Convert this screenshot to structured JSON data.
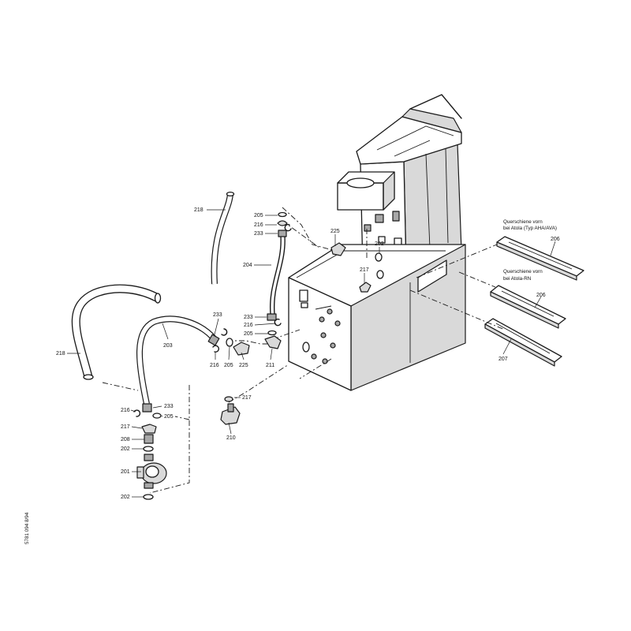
{
  "part_labels": {
    "p205a": "205",
    "p216a": "216",
    "p233a": "233",
    "p218a": "218",
    "p204": "204",
    "p225a": "225",
    "p202a": "202",
    "p217a": "217",
    "p233b": "233",
    "p216b": "216",
    "p205b": "205",
    "p233c": "233",
    "p203": "203",
    "p216c": "216",
    "p205c": "205",
    "p225b": "225",
    "p211": "211",
    "p218b": "218",
    "p216d": "216",
    "p233d": "233",
    "p205d": "205",
    "p217b": "217",
    "p208": "208",
    "p202b": "202",
    "p201": "201",
    "p202c": "202",
    "p217c": "217",
    "p210": "210",
    "p206a": "206",
    "p206b": "206",
    "p207": "207"
  },
  "notes": {
    "rail1_line1": "Querschiene vorn",
    "rail1_line2": "bei Atola (Typ AHA/AVA)",
    "rail2_line1": "Querschiene vorn",
    "rail2_line2": "bei Atola-RN"
  },
  "doc_code": "5781 094   8/94"
}
